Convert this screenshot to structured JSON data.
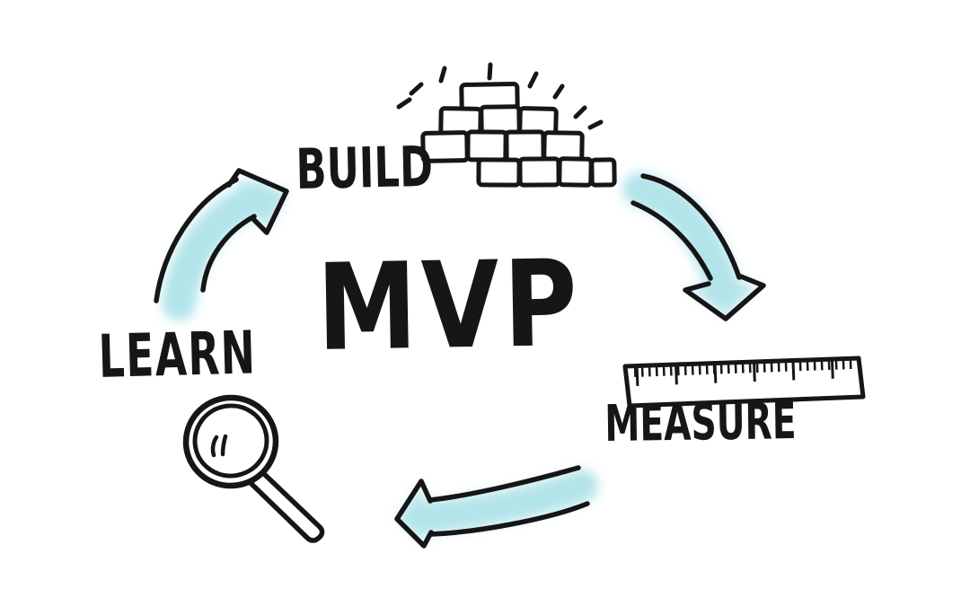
{
  "diagram": {
    "title": "MVP",
    "stages": [
      {
        "id": "build",
        "label": "BUILD",
        "icon": "bricks-icon"
      },
      {
        "id": "measure",
        "label": "MEASURE",
        "icon": "ruler-icon"
      },
      {
        "id": "learn",
        "label": "LEARN",
        "icon": "magnifying-glass-icon"
      }
    ],
    "flow": [
      {
        "from": "BUILD",
        "to": "MEASURE"
      },
      {
        "from": "MEASURE",
        "to": "LEARN"
      },
      {
        "from": "LEARN",
        "to": "BUILD"
      }
    ],
    "colors": {
      "ink": "#161616",
      "arrow_fill": "#b2e4ea",
      "background": "#ffffff"
    }
  }
}
